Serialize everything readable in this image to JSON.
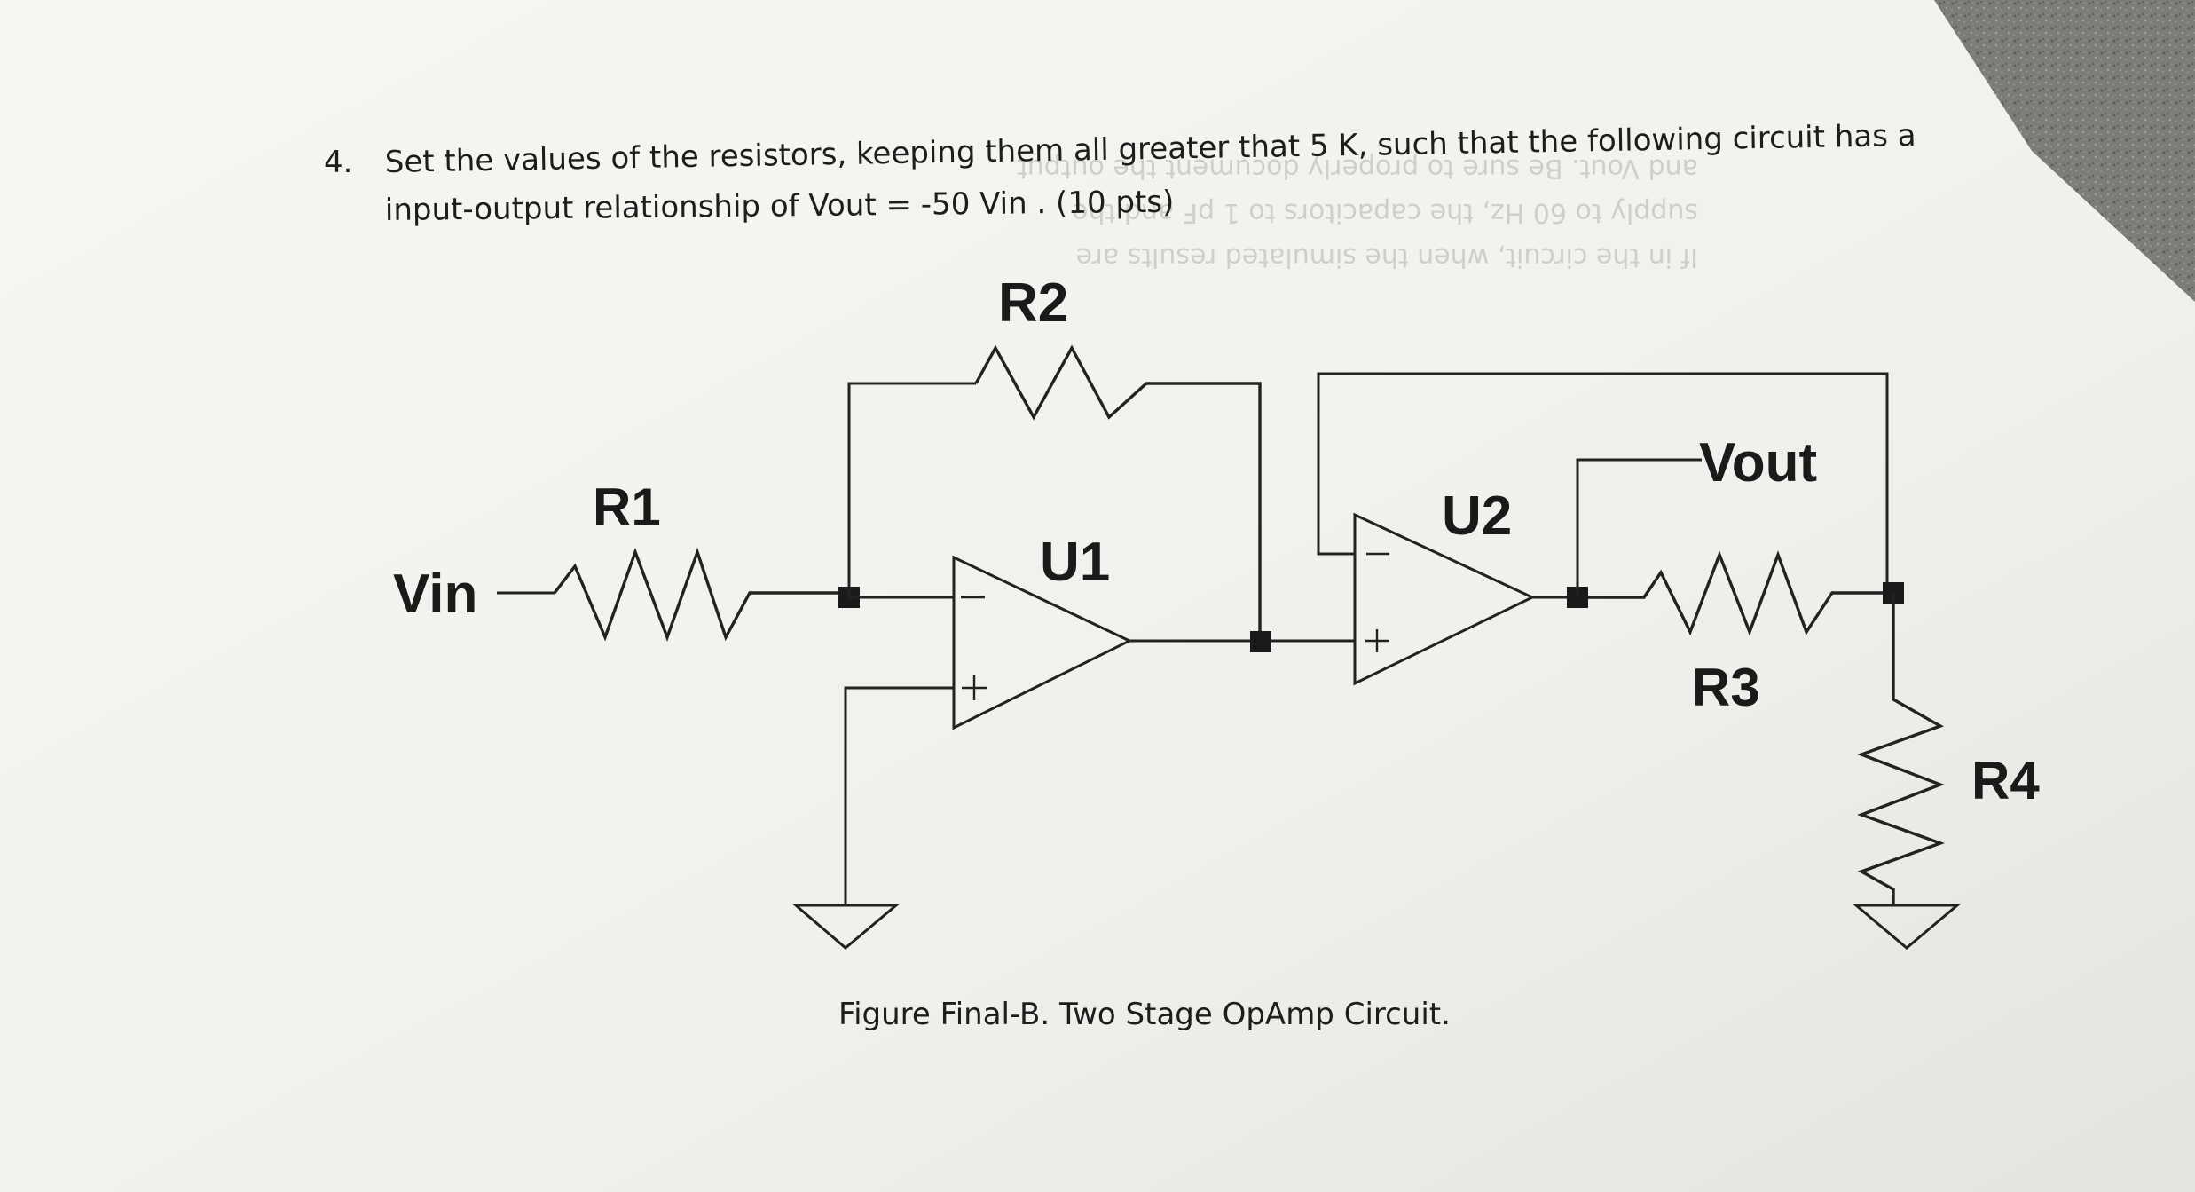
{
  "problem": {
    "number": "4.",
    "line1": "Set the values of the resistors, keeping them all greater that 5 K, such that the following circuit has a",
    "line2": "input-output relationship of  Vout = -50 Vin . (10 pts)"
  },
  "circuit": {
    "input_label": "Vin",
    "output_label": "Vout",
    "resistors": [
      "R1",
      "R2",
      "R3",
      "R4"
    ],
    "opamps": [
      {
        "name": "U1",
        "inverting_sign": "–",
        "noninverting_sign": "+"
      },
      {
        "name": "U2",
        "inverting_sign": "–",
        "noninverting_sign": "+"
      }
    ]
  },
  "caption": "Figure Final-B. Two Stage OpAmp Circuit.",
  "colors": {
    "paper": "#f3f3ef",
    "ink": "#1d1d1d",
    "table_background": "#7d7f7a"
  }
}
